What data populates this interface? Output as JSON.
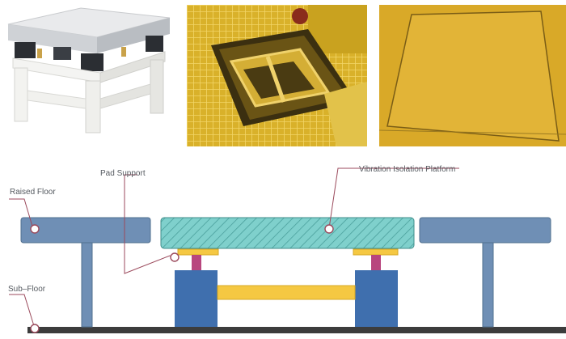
{
  "photos": [
    {
      "name": "vibration-isolation-table-photo"
    },
    {
      "name": "subfloor-pit-frame-photo"
    },
    {
      "name": "covered-floor-panel-photo"
    }
  ],
  "diagram": {
    "labels": {
      "pad_support": "Pad Support",
      "vibration_platform": "Vibration Isolation Platform",
      "raised_floor": "Raised Floor",
      "sub_floor": "Sub–Floor"
    },
    "colors": {
      "floor_blue": "#6f8fb5",
      "platform_teal": "#7fd0cc",
      "column_blue": "#3f6fae",
      "beam_yellow": "#f5c842",
      "pad_magenta": "#b8467e",
      "leader_line": "#9b4a5c",
      "ground": "#3c3c3c"
    }
  }
}
